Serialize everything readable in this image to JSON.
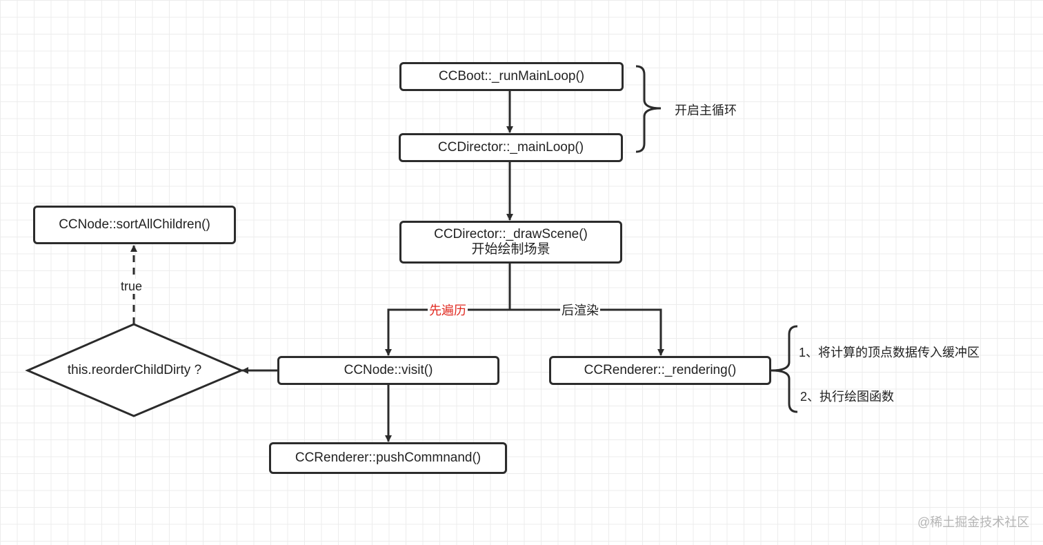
{
  "nodes": {
    "run_main_loop": "CCBoot::_runMainLoop()",
    "main_loop": "CCDirector::_mainLoop()",
    "draw_scene": "CCDirector::_drawScene()",
    "draw_scene_sub": "开始绘制场景",
    "visit": "CCNode::visit()",
    "push_command": "CCRenderer::pushCommnand()",
    "rendering": "CCRenderer::_rendering()",
    "sort_children": "CCNode::sortAllChildren()",
    "decision": "this.reorderChildDirty ?"
  },
  "edges": {
    "traverse": "先遍历",
    "render": "后渲染",
    "true": "true"
  },
  "notes": {
    "main_loop": "开启主循环",
    "step1": "1、将计算的顶点数据传入缓冲区",
    "step2": "2、执行绘图函数"
  },
  "watermark": "@稀土掘金技术社区",
  "colors": {
    "traverse_label": "#e0281f",
    "stroke": "#2b2b2b"
  }
}
